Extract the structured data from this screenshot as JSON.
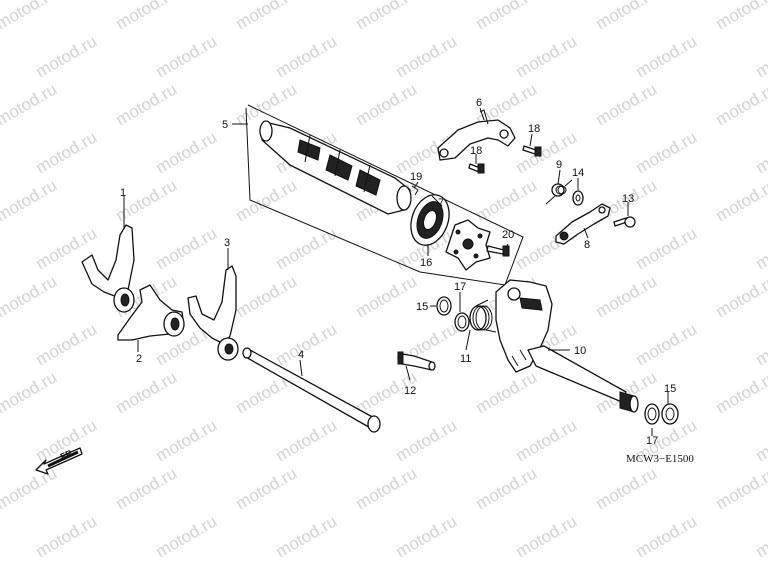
{
  "watermark": "motod.ru",
  "diagram_code": "MCW3−E1500",
  "front_marker": "FR.",
  "callouts": [
    "1",
    "2",
    "3",
    "4",
    "5",
    "6",
    "7",
    "8",
    "9",
    "10",
    "11",
    "12",
    "13",
    "14",
    "15",
    "15",
    "16",
    "17",
    "17",
    "18",
    "18",
    "19",
    "20"
  ]
}
